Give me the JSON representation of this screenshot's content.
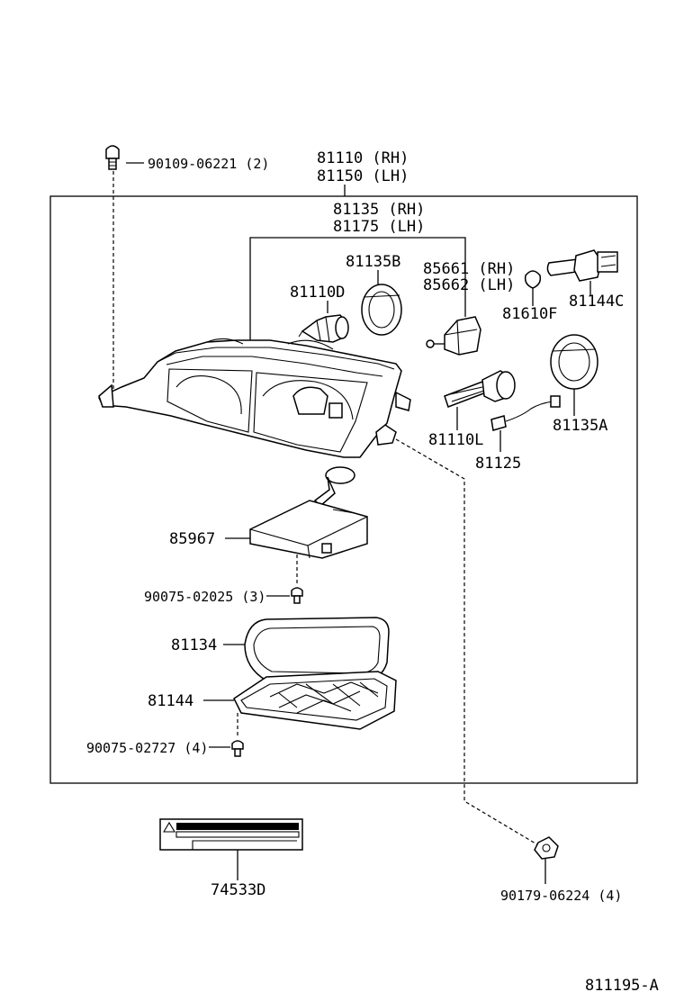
{
  "labels": {
    "bolt_top": "90109-06221 (2)",
    "headlamp_rh": "81110 (RH)",
    "headlamp_lh": "81150 (LH)",
    "housing_rh": "81135 (RH)",
    "housing_lh": "81175 (LH)",
    "cover_b": "81135B",
    "bulb_d": "81110D",
    "socket_rh": "85661 (RH)",
    "socket_lh": "85662 (LH)",
    "side_bulb": "81610F",
    "bulb_c": "81144C",
    "bulb_l": "81110L",
    "cover_a": "81135A",
    "wire": "81125",
    "ballast": "85967",
    "screw_ballast": "90075-02025 (3)",
    "gasket": "81134",
    "case": "81144",
    "screw_case": "90075-02727 (4)",
    "warning_label": "74533D",
    "nut": "90179-06224 (4)",
    "diagram_id": "811195-A"
  }
}
